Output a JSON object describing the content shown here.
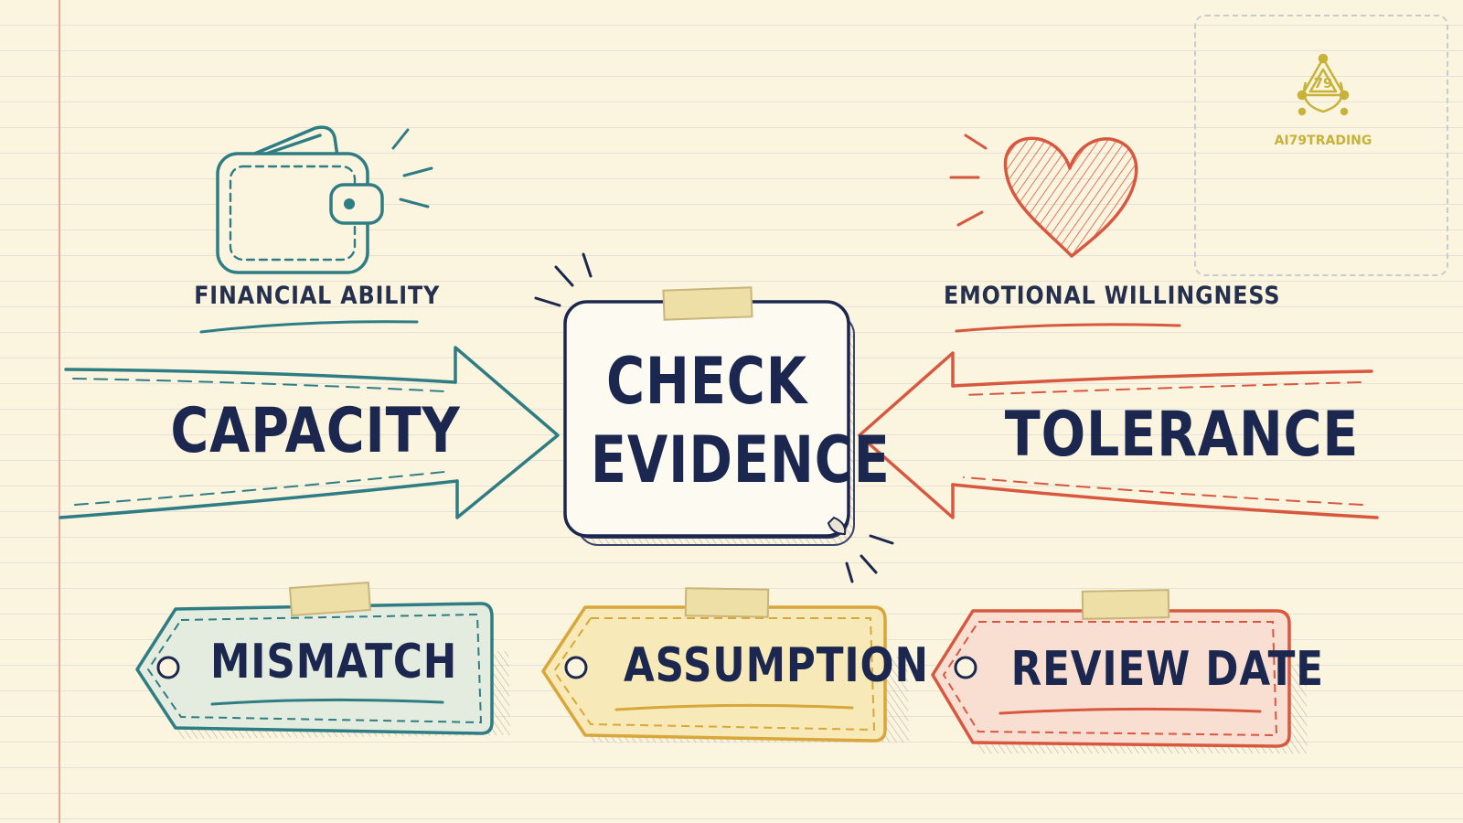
{
  "labels": {
    "financial_ability": "FINANCIAL ABILITY",
    "emotional_willingness": "EMOTIONAL WILLINGNESS",
    "capacity": "CAPACITY",
    "tolerance": "TOLERANCE",
    "center_line1": "CHECK",
    "center_line2": "EVIDENCE"
  },
  "tags": [
    {
      "label": "MISMATCH"
    },
    {
      "label": "ASSUMPTION"
    },
    {
      "label": "REVIEW DATE"
    }
  ],
  "logo": {
    "text": "AI79TRADING",
    "mark": "79"
  },
  "colors": {
    "paper": "#fbf4df",
    "teal": "#2f7d84",
    "red": "#d8583f",
    "navy": "#1c2750",
    "gold": "#d9a63a",
    "tape": "#eedfa6",
    "logo_gold": "#c7b23a"
  },
  "icons": [
    "wallet-icon",
    "heart-icon",
    "paper-tape-icon",
    "logo-icon"
  ]
}
